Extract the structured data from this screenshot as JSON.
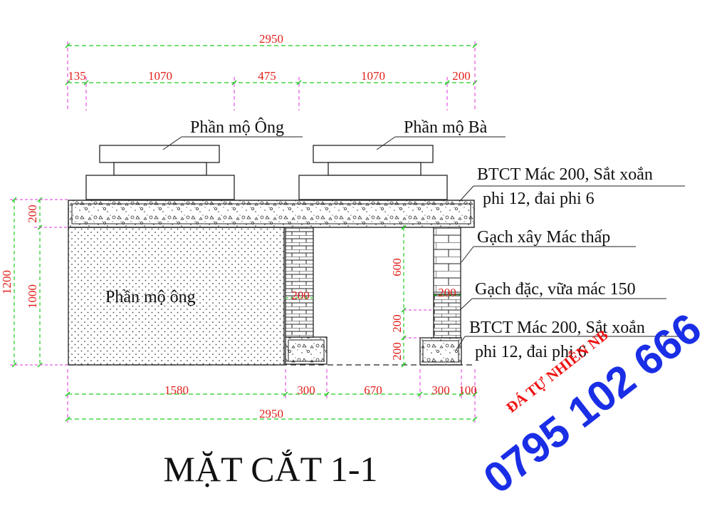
{
  "dimensions": {
    "top_total": "2950",
    "top_parts": [
      "135",
      "1070",
      "475",
      "1070",
      "200"
    ],
    "bottom_parts": [
      "1580",
      "300",
      "670",
      "300",
      "100"
    ],
    "bottom_total": "2950",
    "left_total": "1200",
    "left_slab": "200",
    "left_body": "1000",
    "wall_left_width": "200",
    "wall_right_width": "200",
    "right_upper": "600",
    "right_mid": "200",
    "right_low": "200"
  },
  "labels": {
    "grandfather_top": "Phần mộ Ông",
    "grandmother_top": "Phần mộ Bà",
    "btct_top_line1": "BTCT Mác 200, Sắt xoắn",
    "btct_top_line2": "phi 12, đai phi 6",
    "brick_low": "Gạch xây Mác thấp",
    "brick_solid": "Gạch đặc, vữa mác 150",
    "btct_bottom_line1": "BTCT Mác 200, Sắt xoắn",
    "btct_bottom_line2": "phi 12, đai phi 6",
    "grandfather_body": "Phần mộ ông"
  },
  "title": "MẶT CẮT 1-1",
  "watermark": {
    "company": "ĐÁ TỰ NHIÊN NB",
    "phone": "0795 102 666"
  },
  "colors": {
    "dimension_text": "#e0201c",
    "dimension_line": "#22cc22",
    "extension_line": "#dd33dd",
    "watermark_red": "#ee1111",
    "watermark_blue": "#1a2ee6"
  }
}
